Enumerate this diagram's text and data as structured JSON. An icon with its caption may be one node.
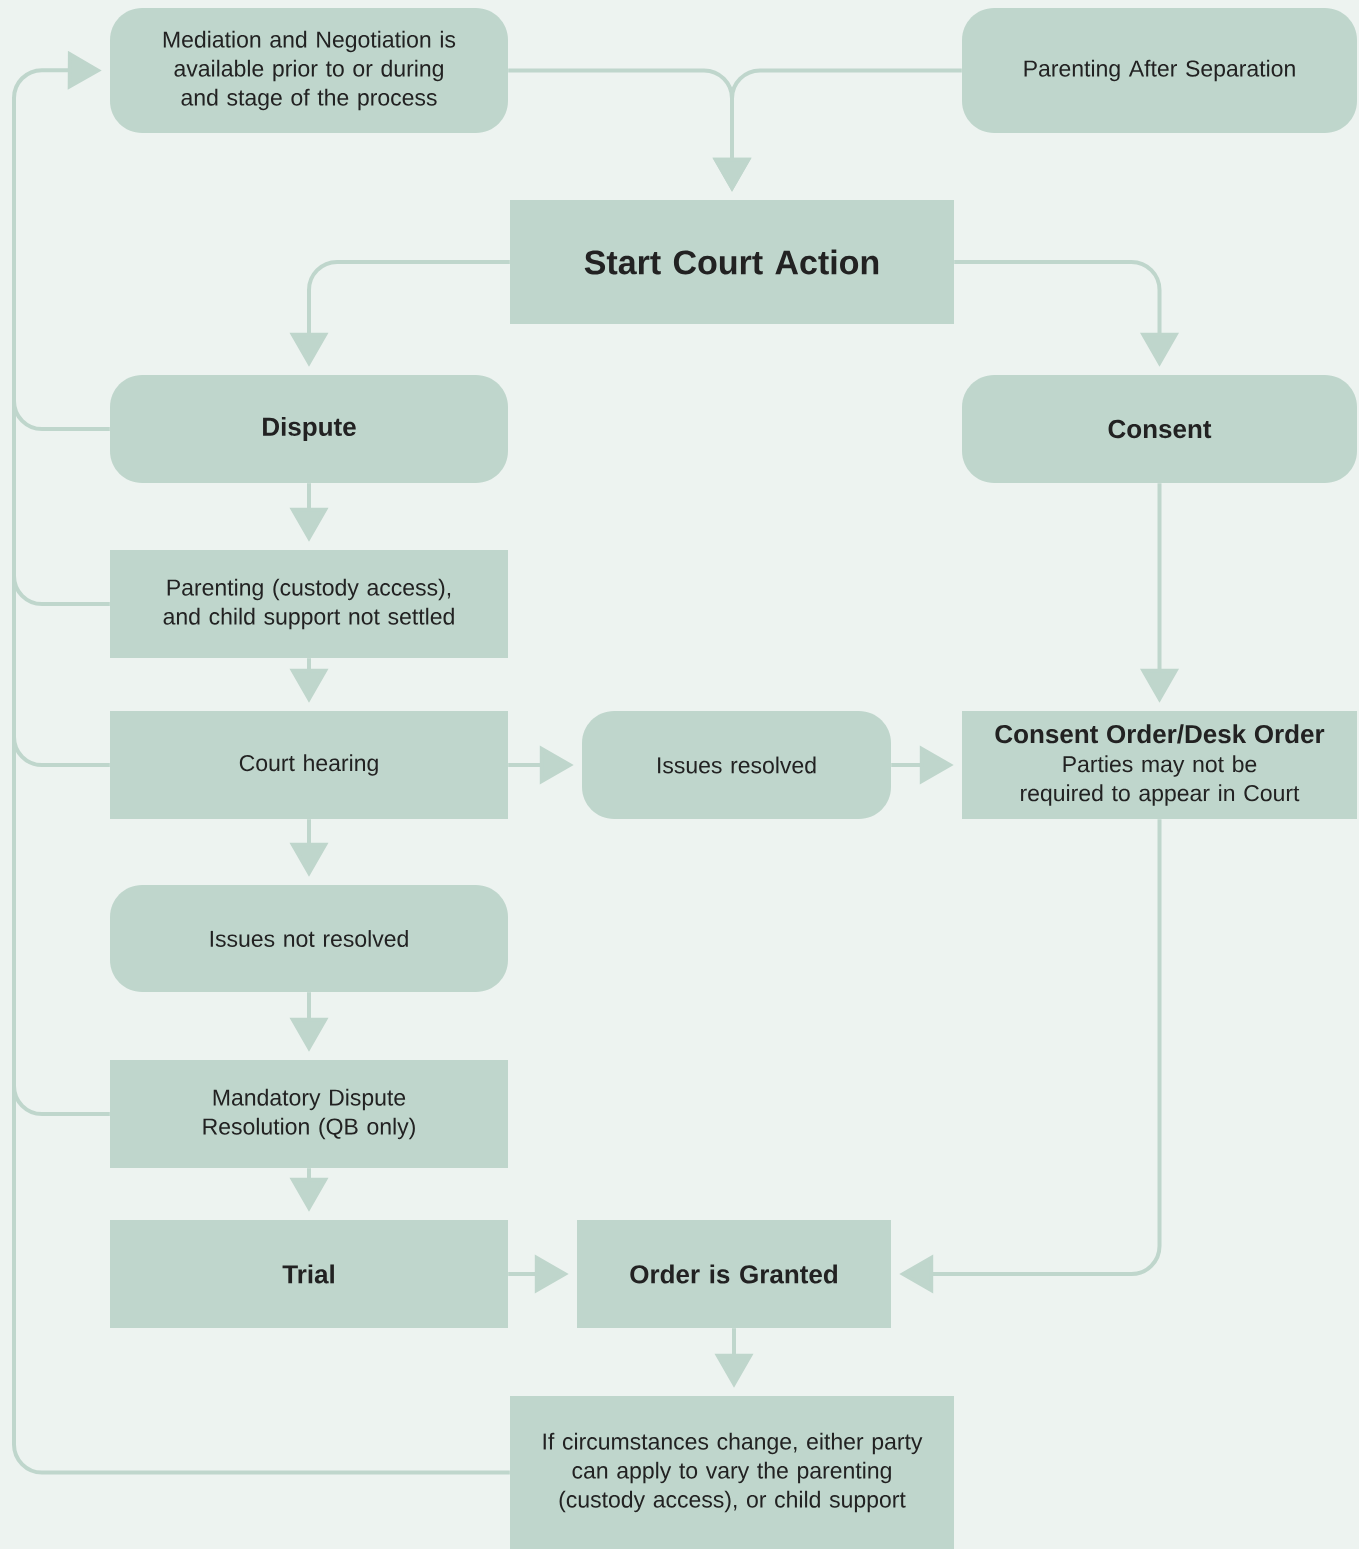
{
  "diagram": {
    "nodes": [
      {
        "text": [
          "Mediation and Negotiation is available prior to or during and stage of the process"
        ]
      },
      {
        "text": [
          "Parenting After Separation"
        ]
      },
      {
        "text": [
          "Start Court Action"
        ]
      },
      {
        "text": [
          "Dispute"
        ]
      },
      {
        "text": [
          "Consent"
        ]
      },
      {
        "text": [
          "Parenting (custody access), and child support not settled"
        ]
      },
      {
        "text": [
          "Court hearing"
        ]
      },
      {
        "text": [
          "Issues resolved"
        ]
      },
      {
        "text": [
          "Consent Order/Desk Order",
          "Parties may not be required to appear in Court"
        ]
      },
      {
        "text": [
          "Issues not resolved"
        ]
      },
      {
        "text": [
          "Mandatory Dispute Resolution (QB only)"
        ]
      },
      {
        "text": [
          "Trial"
        ]
      },
      {
        "text": [
          "Order is Granted"
        ]
      },
      {
        "text": [
          "If circumstances change, either party can apply to vary the parenting (custody access), or child support"
        ]
      }
    ],
    "edges": [
      {
        "from": 0,
        "to": 2,
        "arrow": "to"
      },
      {
        "from": 1,
        "to": 2,
        "arrow": "to"
      },
      {
        "from": 2,
        "to": 3,
        "arrow": "to"
      },
      {
        "from": 2,
        "to": 4,
        "arrow": "to"
      },
      {
        "from": 3,
        "to": 5,
        "arrow": "to"
      },
      {
        "from": 4,
        "to": 8,
        "arrow": "to"
      },
      {
        "from": 5,
        "to": 6,
        "arrow": "to"
      },
      {
        "from": 6,
        "to": 7,
        "arrow": "to"
      },
      {
        "from": 7,
        "to": 8,
        "arrow": "to"
      },
      {
        "from": 6,
        "to": 9,
        "arrow": "to"
      },
      {
        "from": 9,
        "to": 10,
        "arrow": "to"
      },
      {
        "from": 10,
        "to": 11,
        "arrow": "to"
      },
      {
        "from": 11,
        "to": 12,
        "arrow": "to"
      },
      {
        "from": 8,
        "to": 12,
        "arrow": "to"
      },
      {
        "from": 12,
        "to": 13,
        "arrow": "to"
      },
      {
        "from": 3,
        "to": 0,
        "arrow": "to"
      },
      {
        "from": 5,
        "to": 0,
        "arrow": "to"
      },
      {
        "from": 6,
        "to": 0,
        "arrow": "to"
      },
      {
        "from": 10,
        "to": 0,
        "arrow": "to"
      },
      {
        "from": 13,
        "to": 0,
        "arrow": "to"
      }
    ]
  }
}
